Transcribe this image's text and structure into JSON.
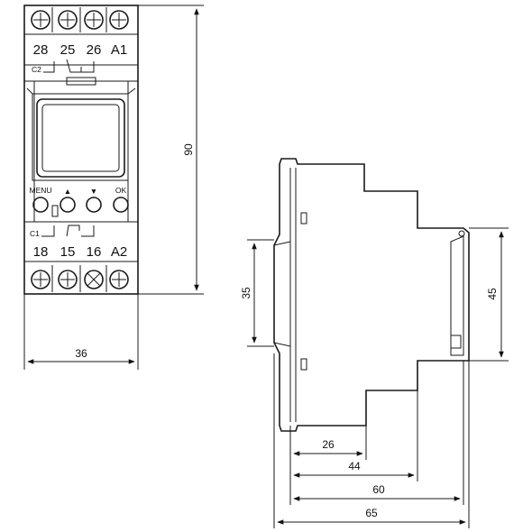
{
  "terminals_top": [
    "28",
    "25",
    "26",
    "A1"
  ],
  "terminals_bottom": [
    "18",
    "15",
    "16",
    "A2"
  ],
  "contact_labels": {
    "top": "C2",
    "bottom": "C1"
  },
  "buttons": {
    "menu": "MENU",
    "ok": "OK",
    "up": "▲",
    "down": "▼"
  },
  "dimensions": {
    "front_height": "90",
    "front_width": "36",
    "side_rail": "35",
    "side_step": "45",
    "depth_26": "26",
    "depth_44": "44",
    "depth_60": "60",
    "depth_65": "65"
  }
}
